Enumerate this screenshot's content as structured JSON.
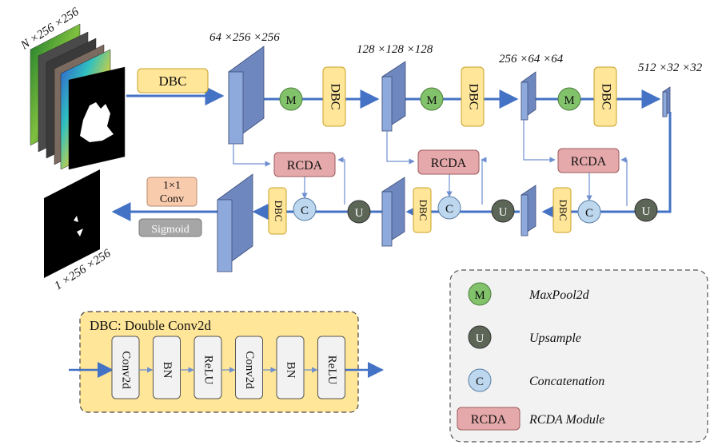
{
  "dims": {
    "input": "N ×256 ×256",
    "enc1": "64 ×256 ×256",
    "enc2": "128 ×128 ×128",
    "enc3": "256 ×64 ×64",
    "bottleneck": "512 ×32 ×32",
    "output": "1 ×256 ×256"
  },
  "labels": {
    "dbc": "DBC",
    "m": "M",
    "u": "U",
    "c": "C",
    "rcda": "RCDA",
    "conv1x1_line1": "1×1",
    "conv1x1_line2": "Conv",
    "sigmoid": "Sigmoid"
  },
  "legend": {
    "m_label": "MaxPool2d",
    "u_label": "Upsample",
    "c_label": "Concatenation",
    "rcda_label": "RCDA Module"
  },
  "dbc_panel": {
    "title": "DBC: Double Conv2d",
    "blocks": [
      "Conv2d",
      "BN",
      "ReLU",
      "Conv2d",
      "BN",
      "ReLU"
    ]
  },
  "colors": {
    "flow": "#4472c4",
    "thin": "#6f8fd0",
    "layer_fill": "#8ea9db",
    "layer_side": "#6f87bf",
    "dbc_fill": "#ffe699",
    "dbc_stroke": "#c9a227",
    "m_fill": "#82c26b",
    "u_fill": "#5c6657",
    "c_fill": "#bdd7ee",
    "rcda_fill": "#e6a9ab",
    "conv_fill": "#f8cbad",
    "sigmoid_fill": "#a6a6a6",
    "panel_fill": "#ffe699",
    "legend_fill": "#f2f2f2"
  }
}
